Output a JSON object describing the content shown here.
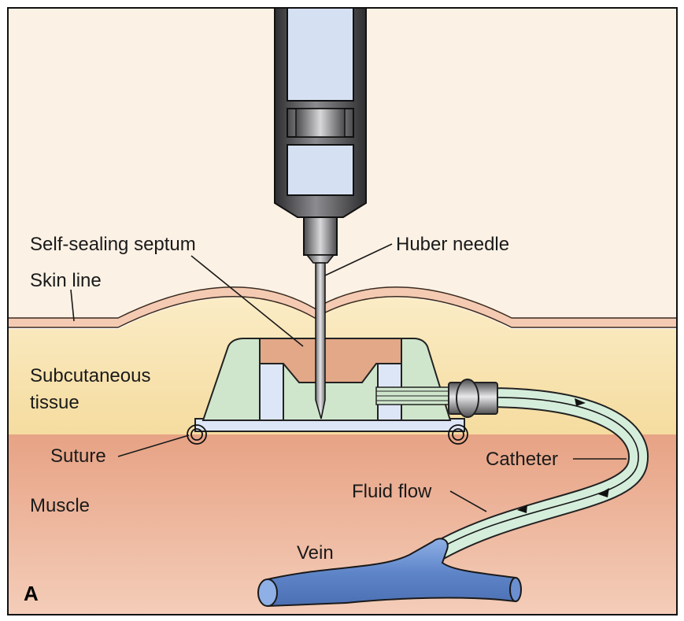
{
  "panel_label": "A",
  "labels": {
    "self_sealing_septum": "Self-sealing septum",
    "huber_needle": "Huber needle",
    "skin_line": "Skin line",
    "subcutaneous_line1": "Subcutaneous",
    "subcutaneous_line2": "tissue",
    "suture": "Suture",
    "catheter": "Catheter",
    "muscle": "Muscle",
    "fluid_flow": "Fluid flow",
    "vein": "Vein"
  },
  "colors": {
    "skin_layer": "#fbf1e4",
    "subcutaneous_layer": "#f8e3b3",
    "muscle_layer": "#e8a98c",
    "port_body": "#cfe6cc",
    "septum": "#e2a888",
    "port_chamber": "#dde6f7",
    "catheter": "#d5eedc",
    "vein": "#6b8fd0",
    "syringe_metal": "#3e3e40",
    "syringe_glass": "#d6e0f3"
  }
}
